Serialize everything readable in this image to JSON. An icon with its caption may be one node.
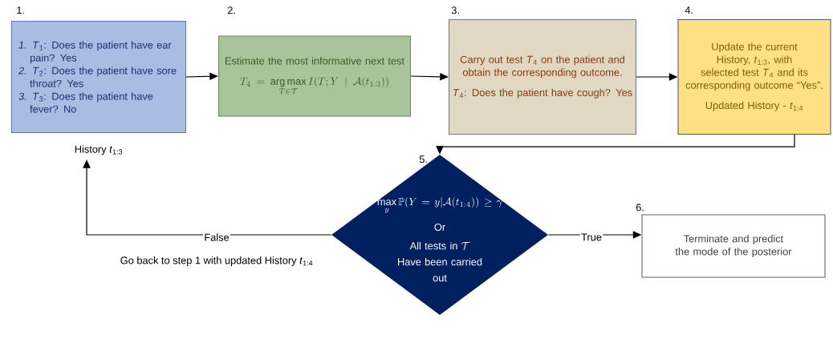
{
  "diagram": {
    "nodes": [
      {
        "text": [
          "*1.* *T*$_{1}$: Does the patient have ear pain? Yes",
          "*2.* *T*$_{2}$: Does the patient have sore throat? Yes",
          "*3.* *T*$_{3}$: Does the patient have fever? No"
        ],
        "beside": [
          "1.",
          "History *t*$_{1:3}$"
        ]
      },
      {
        "text": [
          "Estimate the most informative next test",
          "T_4 = \\mathop{\\arg\\max}\\limits_{T\\in\\mathcal{T}} I(T;Y \\mid \\mathcal{A}(t_{1:3}))"
        ],
        "beside": [
          "2."
        ]
      },
      {
        "text": [
          "Carry out test *T*$_{4}$ on the patient and obtain the corresponding outcome.",
          "*T*$_{4}$: Does the patient have cough? Yes"
        ],
        "beside": [
          "3."
        ]
      },
      {
        "text": [
          "Update the current History, *t*$_{1:3}$, with selected test *T*$_{4}$ and its corresponding outcome “Yes”.",
          "Updated History - *t*$_{1:4}$"
        ],
        "beside": [
          "4."
        ]
      },
      {
        "text": [
          "\\max\\limits_{y}\\mathbb{P}(Y=y|\\mathcal{A}(t_{1:4}))\\geq\\gamma",
          "Or",
          "\\begin{gathered}\\text{All tests in }\\mathcal{T}\\\\ \\text{Have been carried}\\\\ \\text{out}\\end{gathered}"
        ],
        "beside": [
          "5."
        ]
      },
      {
        "text": [
          "Terminate and predict the mode of the posterior"
        ],
        "beside": [
          "6."
        ]
      }
    ],
    "edges": [
      {
        "from": 0,
        "to": 1,
        "arrow": "to"
      },
      {
        "from": 1,
        "to": 2,
        "arrow": "to"
      },
      {
        "from": 2,
        "to": 3,
        "arrow": "to"
      },
      {
        "from": 3,
        "to": 4,
        "arrow": "to"
      },
      {
        "from": 4,
        "to": 0,
        "arrow": "to",
        "label": "False"
      },
      {
        "from": 4,
        "to": 5,
        "arrow": "to",
        "label": "True"
      }
    ],
    "labels": [
      "Go back to step 1 with updated History *t*$_{1:4}$"
    ]
  }
}
